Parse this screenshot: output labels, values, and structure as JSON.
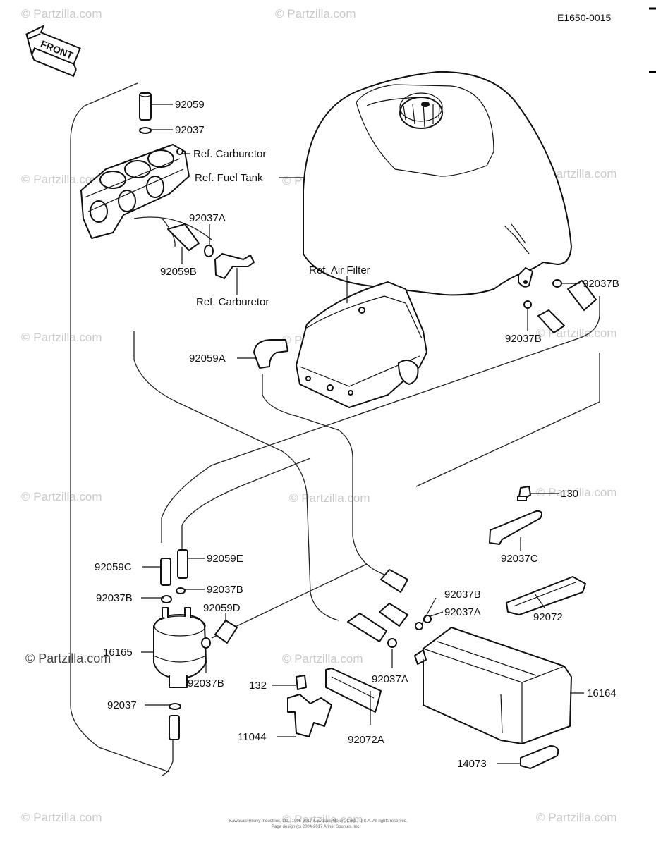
{
  "diagram": {
    "code": "E1650-0015",
    "front_label": "FRONT",
    "watermark": "© Partzilla.com",
    "footer_line1": "Kawasaki Heavy Industries, Ltd., 1995-2017  Kawasaki Motors Corp., U.S.A.  All rights reserved.",
    "footer_line2": "Page design (c) 2004-2017 Arinet Sources, Inc."
  },
  "labels": [
    {
      "id": "p92059",
      "text": "92059"
    },
    {
      "id": "p92037_top",
      "text": "92037"
    },
    {
      "id": "ref_carb_top",
      "text": "Ref. Carburetor"
    },
    {
      "id": "ref_fuel_tank",
      "text": "Ref. Fuel Tank"
    },
    {
      "id": "p92037a_top",
      "text": "92037A"
    },
    {
      "id": "p92059b",
      "text": "92059B"
    },
    {
      "id": "ref_carb_mid",
      "text": "Ref. Carburetor"
    },
    {
      "id": "ref_air_filter",
      "text": "Ref. Air Filter"
    },
    {
      "id": "p92037b_r1",
      "text": "92037B"
    },
    {
      "id": "p92037b_r2",
      "text": "92037B"
    },
    {
      "id": "p92059a",
      "text": "92059A"
    },
    {
      "id": "p130",
      "text": "130"
    },
    {
      "id": "p92037c",
      "text": "92037C"
    },
    {
      "id": "p92059c",
      "text": "92059C"
    },
    {
      "id": "p92059e",
      "text": "92059E"
    },
    {
      "id": "p92037b_l1",
      "text": "92037B"
    },
    {
      "id": "p92037b_l2",
      "text": "92037B"
    },
    {
      "id": "p92059d",
      "text": "92059D"
    },
    {
      "id": "p92037b_c",
      "text": "92037B"
    },
    {
      "id": "p92037a_c",
      "text": "92037A"
    },
    {
      "id": "p92072",
      "text": "92072"
    },
    {
      "id": "p16165",
      "text": "16165"
    },
    {
      "id": "p92037b_l3",
      "text": "92037B"
    },
    {
      "id": "p92037a_b",
      "text": "92037A"
    },
    {
      "id": "p132",
      "text": "132"
    },
    {
      "id": "p16164",
      "text": "16164"
    },
    {
      "id": "p92037_bot",
      "text": "92037"
    },
    {
      "id": "p11044",
      "text": "11044"
    },
    {
      "id": "p92072a",
      "text": "92072A"
    },
    {
      "id": "p14073",
      "text": "14073"
    }
  ]
}
